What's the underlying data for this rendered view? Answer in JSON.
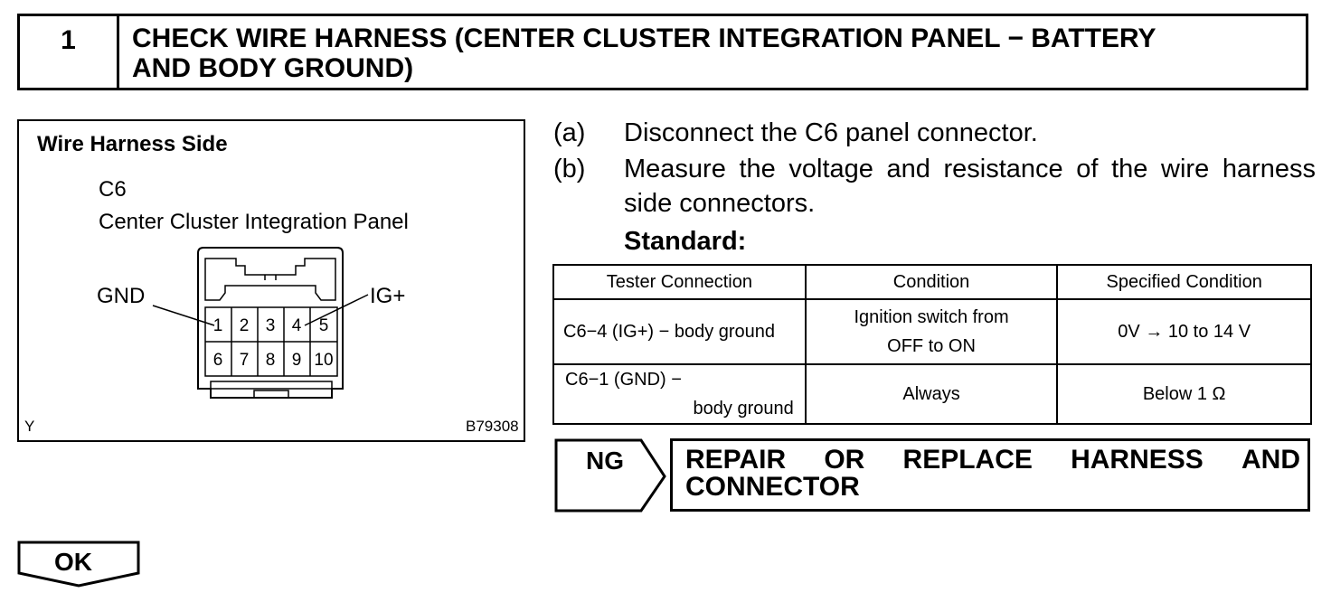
{
  "header": {
    "step_number": "1",
    "title_line1": "CHECK WIRE HARNESS (CENTER CLUSTER INTEGRATION PANEL − BATTERY",
    "title_line2": "AND BODY GROUND)"
  },
  "figure": {
    "title": "Wire Harness Side",
    "connector_code": "C6",
    "connector_name": "Center Cluster Integration Panel",
    "label_left": "GND",
    "label_right": "IG+",
    "pins_top": [
      "1",
      "2",
      "3",
      "4",
      "5"
    ],
    "pins_bottom": [
      "6",
      "7",
      "8",
      "9",
      "10"
    ],
    "corner_mark": "Y",
    "figure_id": "B79308"
  },
  "steps": [
    {
      "label": "(a)",
      "text": "Disconnect the C6 panel connector."
    },
    {
      "label": "(b)",
      "text": "Measure the voltage and resistance of the wire harness side connectors."
    }
  ],
  "standard_label": "Standard:",
  "table": {
    "headers": [
      "Tester Connection",
      "Condition",
      "Specified Condition"
    ],
    "rows": [
      {
        "connection_line1": "C6−4 (IG+) − body ground",
        "connection_line2": "",
        "condition_line1": "Ignition switch from",
        "condition_line2": "OFF to ON",
        "specified": "0V → 10 to 14 V"
      },
      {
        "connection_line1": "C6−1 (GND) −",
        "connection_line2": "body ground",
        "condition_line1": "Always",
        "condition_line2": "",
        "specified": "Below 1 Ω"
      }
    ]
  },
  "ng": {
    "label": "NG",
    "result_words": [
      "REPAIR",
      "OR",
      "REPLACE",
      "HARNESS",
      "AND"
    ],
    "result_line2": "CONNECTOR"
  },
  "ok": {
    "label": "OK"
  }
}
